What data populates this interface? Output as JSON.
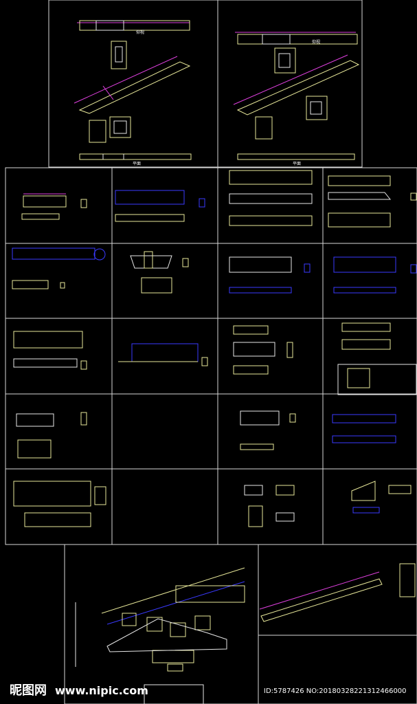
{
  "drawing_title": "仰视 / 平面 CAD 构件详图",
  "labels": {
    "top_left_view": "仰视",
    "top_left_bottom": "平面",
    "top_right_view": "仰视",
    "top_right_bottom": "平面"
  },
  "watermark": {
    "brand": "昵图网",
    "url": "www.nipic.com",
    "id_text": "ID:5787426 NO:20180328221312466000"
  },
  "colors": {
    "background": "#000000",
    "frame": "#d8d8d8",
    "line_white": "#e8e8e8",
    "line_yellow": "#e8e89a",
    "line_magenta": "#e040e0",
    "line_blue": "#3a3aff",
    "line_cyan": "#7fd0ff"
  }
}
